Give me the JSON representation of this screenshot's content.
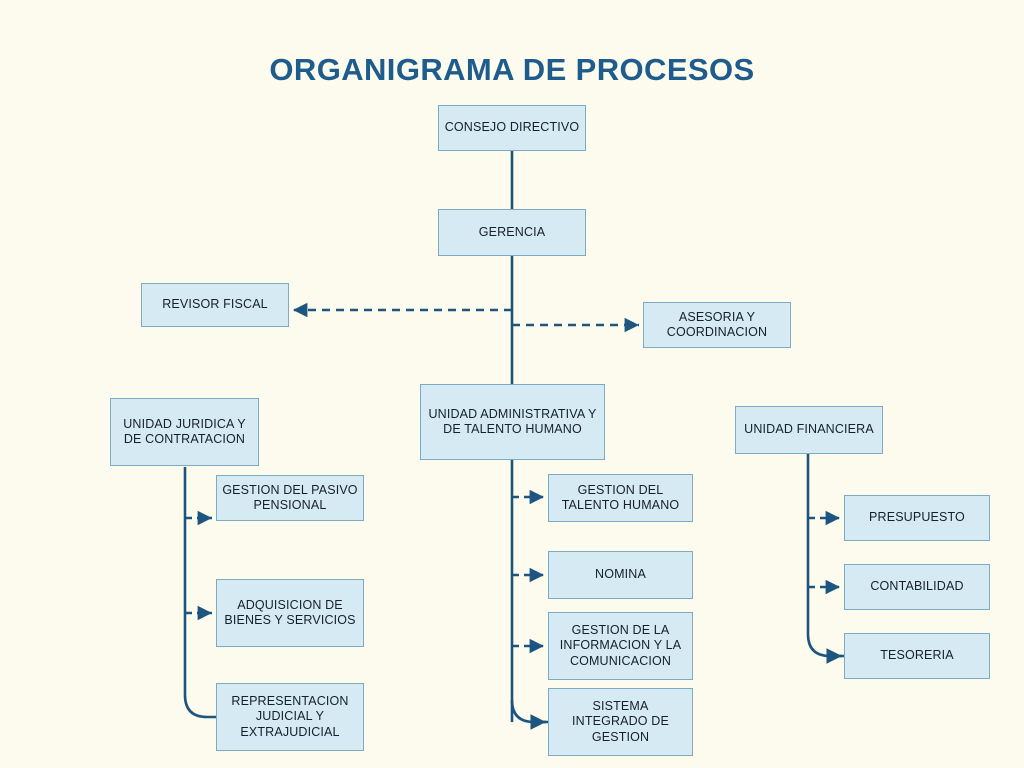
{
  "page": {
    "title": "ORGANIGRAMA DE PROCESOS",
    "background_color": "#fdfbed",
    "title_color": "#1d5c8c",
    "node_fill": "#d6eaf4",
    "node_border": "#7fabc0",
    "connector_color": "#1c5580"
  },
  "nodes": {
    "consejo_directivo": "CONSEJO DIRECTIVO",
    "gerencia": "GERENCIA",
    "revisor_fiscal": "REVISOR FISCAL",
    "asesoria_coordinacion": "ASESORIA Y COORDINACION",
    "unidad_juridica": "UNIDAD JURIDICA Y DE CONTRATACION",
    "unidad_administrativa": "UNIDAD ADMINISTRATIVA Y DE TALENTO HUMANO",
    "unidad_financiera": "UNIDAD FINANCIERA",
    "gestion_pasivo_pensional": "GESTION DEL PASIVO PENSIONAL",
    "adquisicion_bienes_servicios": "ADQUISICION DE BIENES Y SERVICIOS",
    "representacion_judicial": "REPRESENTACION JUDICIAL Y EXTRAJUDICIAL",
    "gestion_talento_humano": "GESTION DEL TALENTO HUMANO",
    "nomina": "NOMINA",
    "gestion_informacion_comunicacion": "GESTION DE LA INFORMACION Y LA COMUNICACION",
    "sistema_integrado_gestion": "SISTEMA INTEGRADO DE GESTION",
    "presupuesto": "PRESUPUESTO",
    "contabilidad": "CONTABILIDAD",
    "tesoreria": "TESORERIA"
  },
  "chart_data": {
    "type": "diagram",
    "title": "ORGANIGRAMA DE PROCESOS",
    "orientation": "top-down hierarchy with lateral staff units",
    "levels": [
      {
        "level": 1,
        "nodes": [
          "CONSEJO DIRECTIVO"
        ]
      },
      {
        "level": 2,
        "nodes": [
          "GERENCIA"
        ]
      },
      {
        "level": 3,
        "nodes": [
          "REVISOR FISCAL",
          "ASESORIA Y COORDINACION"
        ]
      },
      {
        "level": 4,
        "nodes": [
          "UNIDAD JURIDICA Y DE CONTRATACION",
          "UNIDAD ADMINISTRATIVA Y DE TALENTO HUMANO",
          "UNIDAD FINANCIERA"
        ]
      },
      {
        "level": 5,
        "nodes": [
          "GESTION DEL PASIVO PENSIONAL",
          "ADQUISICION DE BIENES Y SERVICIOS",
          "REPRESENTACION JUDICIAL Y EXTRAJUDICIAL",
          "GESTION DEL TALENTO HUMANO",
          "NOMINA",
          "GESTION DE LA INFORMACION Y LA COMUNICACION",
          "SISTEMA INTEGRADO DE GESTION",
          "PRESUPUESTO",
          "CONTABILIDAD",
          "TESORERIA"
        ]
      }
    ],
    "edges": [
      {
        "from": "CONSEJO DIRECTIVO",
        "to": "GERENCIA",
        "style": "solid"
      },
      {
        "from": "GERENCIA",
        "to": "REVISOR FISCAL",
        "style": "dashed-arrow"
      },
      {
        "from": "GERENCIA",
        "to": "ASESORIA Y COORDINACION",
        "style": "dashed-arrow"
      },
      {
        "from": "GERENCIA",
        "to": "UNIDAD ADMINISTRATIVA Y DE TALENTO HUMANO",
        "style": "solid"
      },
      {
        "from": "UNIDAD JURIDICA Y DE CONTRATACION",
        "to": "GESTION DEL PASIVO PENSIONAL",
        "style": "dashed-arrow"
      },
      {
        "from": "UNIDAD JURIDICA Y DE CONTRATACION",
        "to": "ADQUISICION DE BIENES Y SERVICIOS",
        "style": "dashed-arrow"
      },
      {
        "from": "UNIDAD JURIDICA Y DE CONTRATACION",
        "to": "REPRESENTACION JUDICIAL Y EXTRAJUDICIAL",
        "style": "solid-elbow"
      },
      {
        "from": "UNIDAD ADMINISTRATIVA Y DE TALENTO HUMANO",
        "to": "GESTION DEL TALENTO HUMANO",
        "style": "dashed-arrow"
      },
      {
        "from": "UNIDAD ADMINISTRATIVA Y DE TALENTO HUMANO",
        "to": "NOMINA",
        "style": "dashed-arrow"
      },
      {
        "from": "UNIDAD ADMINISTRATIVA Y DE TALENTO HUMANO",
        "to": "GESTION DE LA INFORMACION Y LA COMUNICACION",
        "style": "dashed-arrow"
      },
      {
        "from": "UNIDAD ADMINISTRATIVA Y DE TALENTO HUMANO",
        "to": "SISTEMA INTEGRADO DE GESTION",
        "style": "solid-elbow-arrow"
      },
      {
        "from": "UNIDAD FINANCIERA",
        "to": "PRESUPUESTO",
        "style": "dashed-arrow"
      },
      {
        "from": "UNIDAD FINANCIERA",
        "to": "CONTABILIDAD",
        "style": "dashed-arrow"
      },
      {
        "from": "UNIDAD FINANCIERA",
        "to": "TESORERIA",
        "style": "solid-elbow-arrow"
      }
    ]
  }
}
